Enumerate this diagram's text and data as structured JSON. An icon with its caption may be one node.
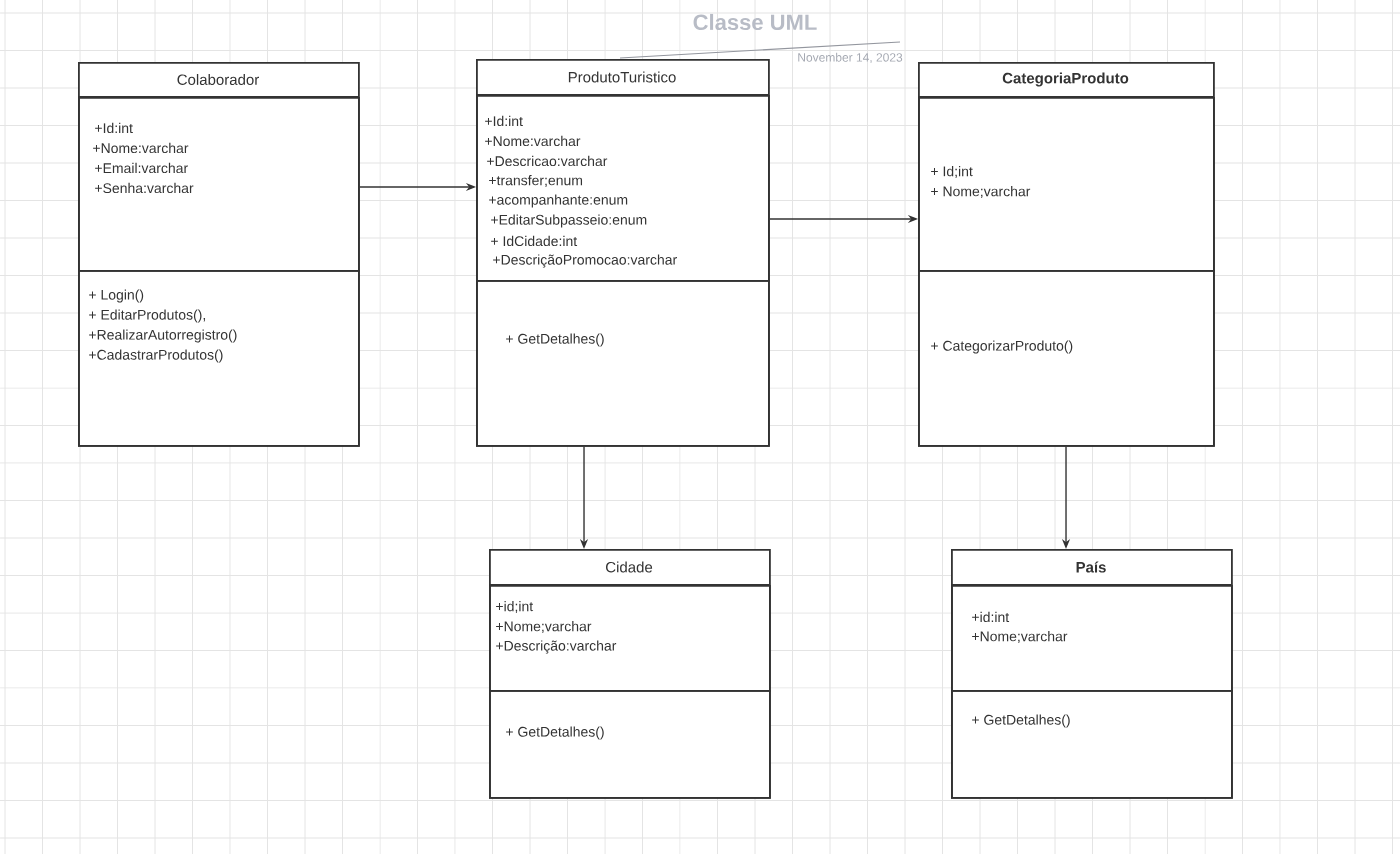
{
  "diagram": {
    "title": "Classe UML",
    "nodes": [
      {
        "text": [
          "Colaborador"
        ]
      },
      {
        "text": [
          "+Id:int",
          "+Nome:varchar",
          "+Email:varchar",
          "+Senha:varchar"
        ],
        "in": 0
      },
      {
        "text": [
          "+  Login()",
          "+ EditarProdutos(),",
          "+RealizarAutorregistro()",
          "+CadastrarProdutos()"
        ],
        "in": 0
      },
      {
        "text": [
          "ProdutoTuristico"
        ]
      },
      {
        "text": [
          "+Id:int",
          "+Nome:varchar",
          "+Descricao:varchar",
          "+transfer;enum",
          "+acompanhante:enum",
          "+EditarSubpasseio:enum",
          "+ IdCidade:int",
          "+DescriçãoPromocao:varchar"
        ],
        "in": 3
      },
      {
        "text": [
          "+ GetDetalhes()"
        ],
        "in": 3
      },
      {
        "text": [
          "CategoriaProduto"
        ]
      },
      {
        "text": [
          "+ Id;int",
          "+ Nome;varchar"
        ],
        "in": 6
      },
      {
        "text": [
          "+ CategorizarProduto()"
        ],
        "in": 6
      },
      {
        "text": [
          "Cidade"
        ]
      },
      {
        "text": [
          "+id;int",
          "+Nome;varchar",
          "+Descrição:varchar"
        ],
        "in": 9
      },
      {
        "text": [
          "+ GetDetalhes()"
        ],
        "in": 9
      },
      {
        "text": [
          "País"
        ]
      },
      {
        "text": [
          "+id:int",
          "+Nome;varchar"
        ],
        "in": 12
      },
      {
        "text": [
          "+ GetDetalhes()"
        ],
        "in": 12
      }
    ],
    "edges": [
      {
        "from": 0,
        "to": 3,
        "arrow": "to"
      },
      {
        "from": 3,
        "to": 6,
        "arrow": "to"
      },
      {
        "from": 3,
        "to": 9,
        "arrow": "to"
      },
      {
        "from": 6,
        "to": 12,
        "arrow": "to"
      }
    ],
    "labels": [
      "November 14, 2023"
    ]
  }
}
